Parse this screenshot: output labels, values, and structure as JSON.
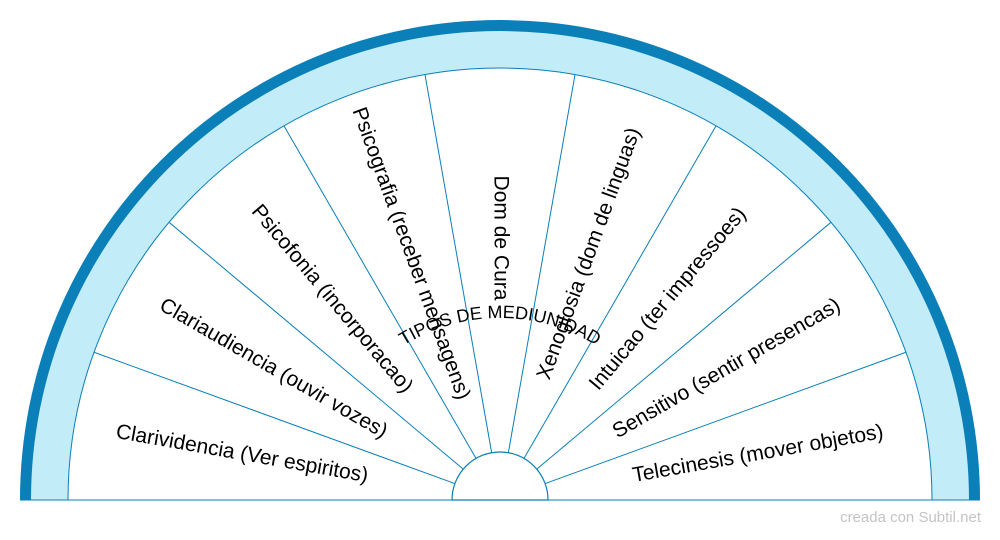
{
  "pendulum": {
    "title": "TIPOS DE MEDIUNIDAD",
    "segments": [
      "Clarividencia (Ver espiritos)",
      "Clariaudiencia (ouvir vozes)",
      "Psicofonia (incorporacao)",
      "Psicografia (receber mensagens)",
      "Dom de Cura",
      "Xenoglosia (dom de linguas)",
      "Intuicao (ter impressoes)",
      "Sensitivo (sentir presencas)",
      "Telecinesis (mover objetos)"
    ],
    "colors": {
      "outer_band": "#0a7fb8",
      "ring_fill": "#c2ecf8",
      "divider": "#0a7fb8",
      "background": "#ffffff"
    }
  },
  "watermark": "creada con Subtil.net"
}
